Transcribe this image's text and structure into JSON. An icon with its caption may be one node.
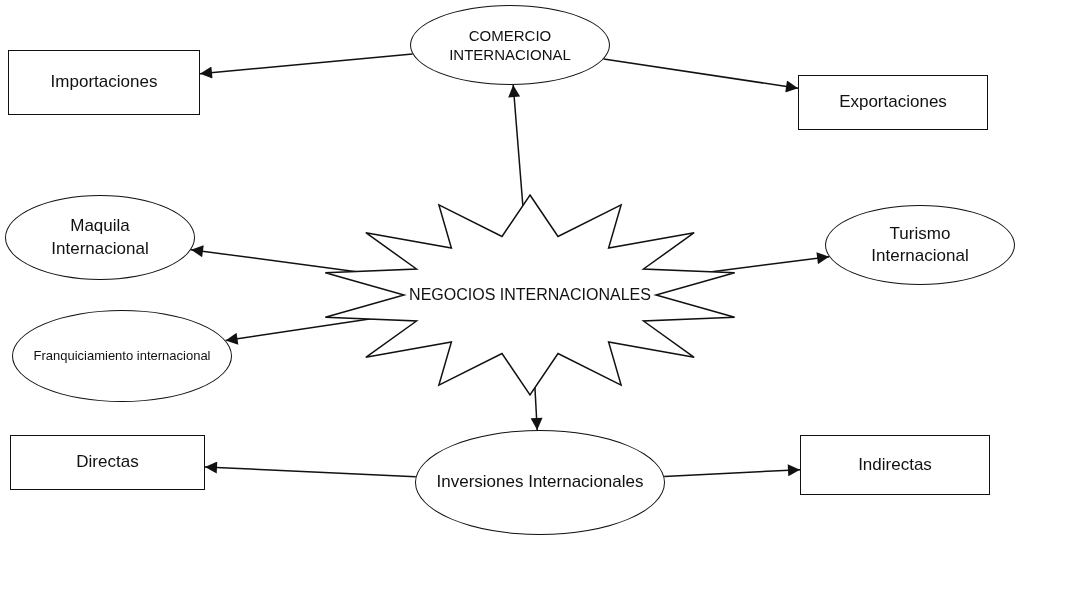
{
  "diagram": {
    "nodes": [
      {
        "text": [
          "COMERCIO INTERNACIONAL"
        ]
      },
      {
        "text": [
          "Importaciones"
        ]
      },
      {
        "text": [
          "Exportaciones"
        ]
      },
      {
        "text": [
          "Maquila Internacional"
        ]
      },
      {
        "text": [
          "NEGOCIOS INTERNACIONALES"
        ]
      },
      {
        "text": [
          "Turismo Internacional"
        ]
      },
      {
        "text": [
          "Franquiciamiento internacional"
        ]
      },
      {
        "text": [
          "Directas"
        ]
      },
      {
        "text": [
          "Inversiones Internacionales"
        ]
      },
      {
        "text": [
          "Indirectas"
        ]
      }
    ],
    "edges": [
      {
        "from": 0,
        "to": 1,
        "arrow": "to"
      },
      {
        "from": 0,
        "to": 2,
        "arrow": "to"
      },
      {
        "from": 4,
        "to": 0,
        "arrow": "to"
      },
      {
        "from": 4,
        "to": 3,
        "arrow": "to"
      },
      {
        "from": 4,
        "to": 5,
        "arrow": "to"
      },
      {
        "from": 4,
        "to": 6,
        "arrow": "to"
      },
      {
        "from": 4,
        "to": 8,
        "arrow": "to"
      },
      {
        "from": 8,
        "to": 7,
        "arrow": "to"
      },
      {
        "from": 8,
        "to": 9,
        "arrow": "to"
      }
    ]
  }
}
